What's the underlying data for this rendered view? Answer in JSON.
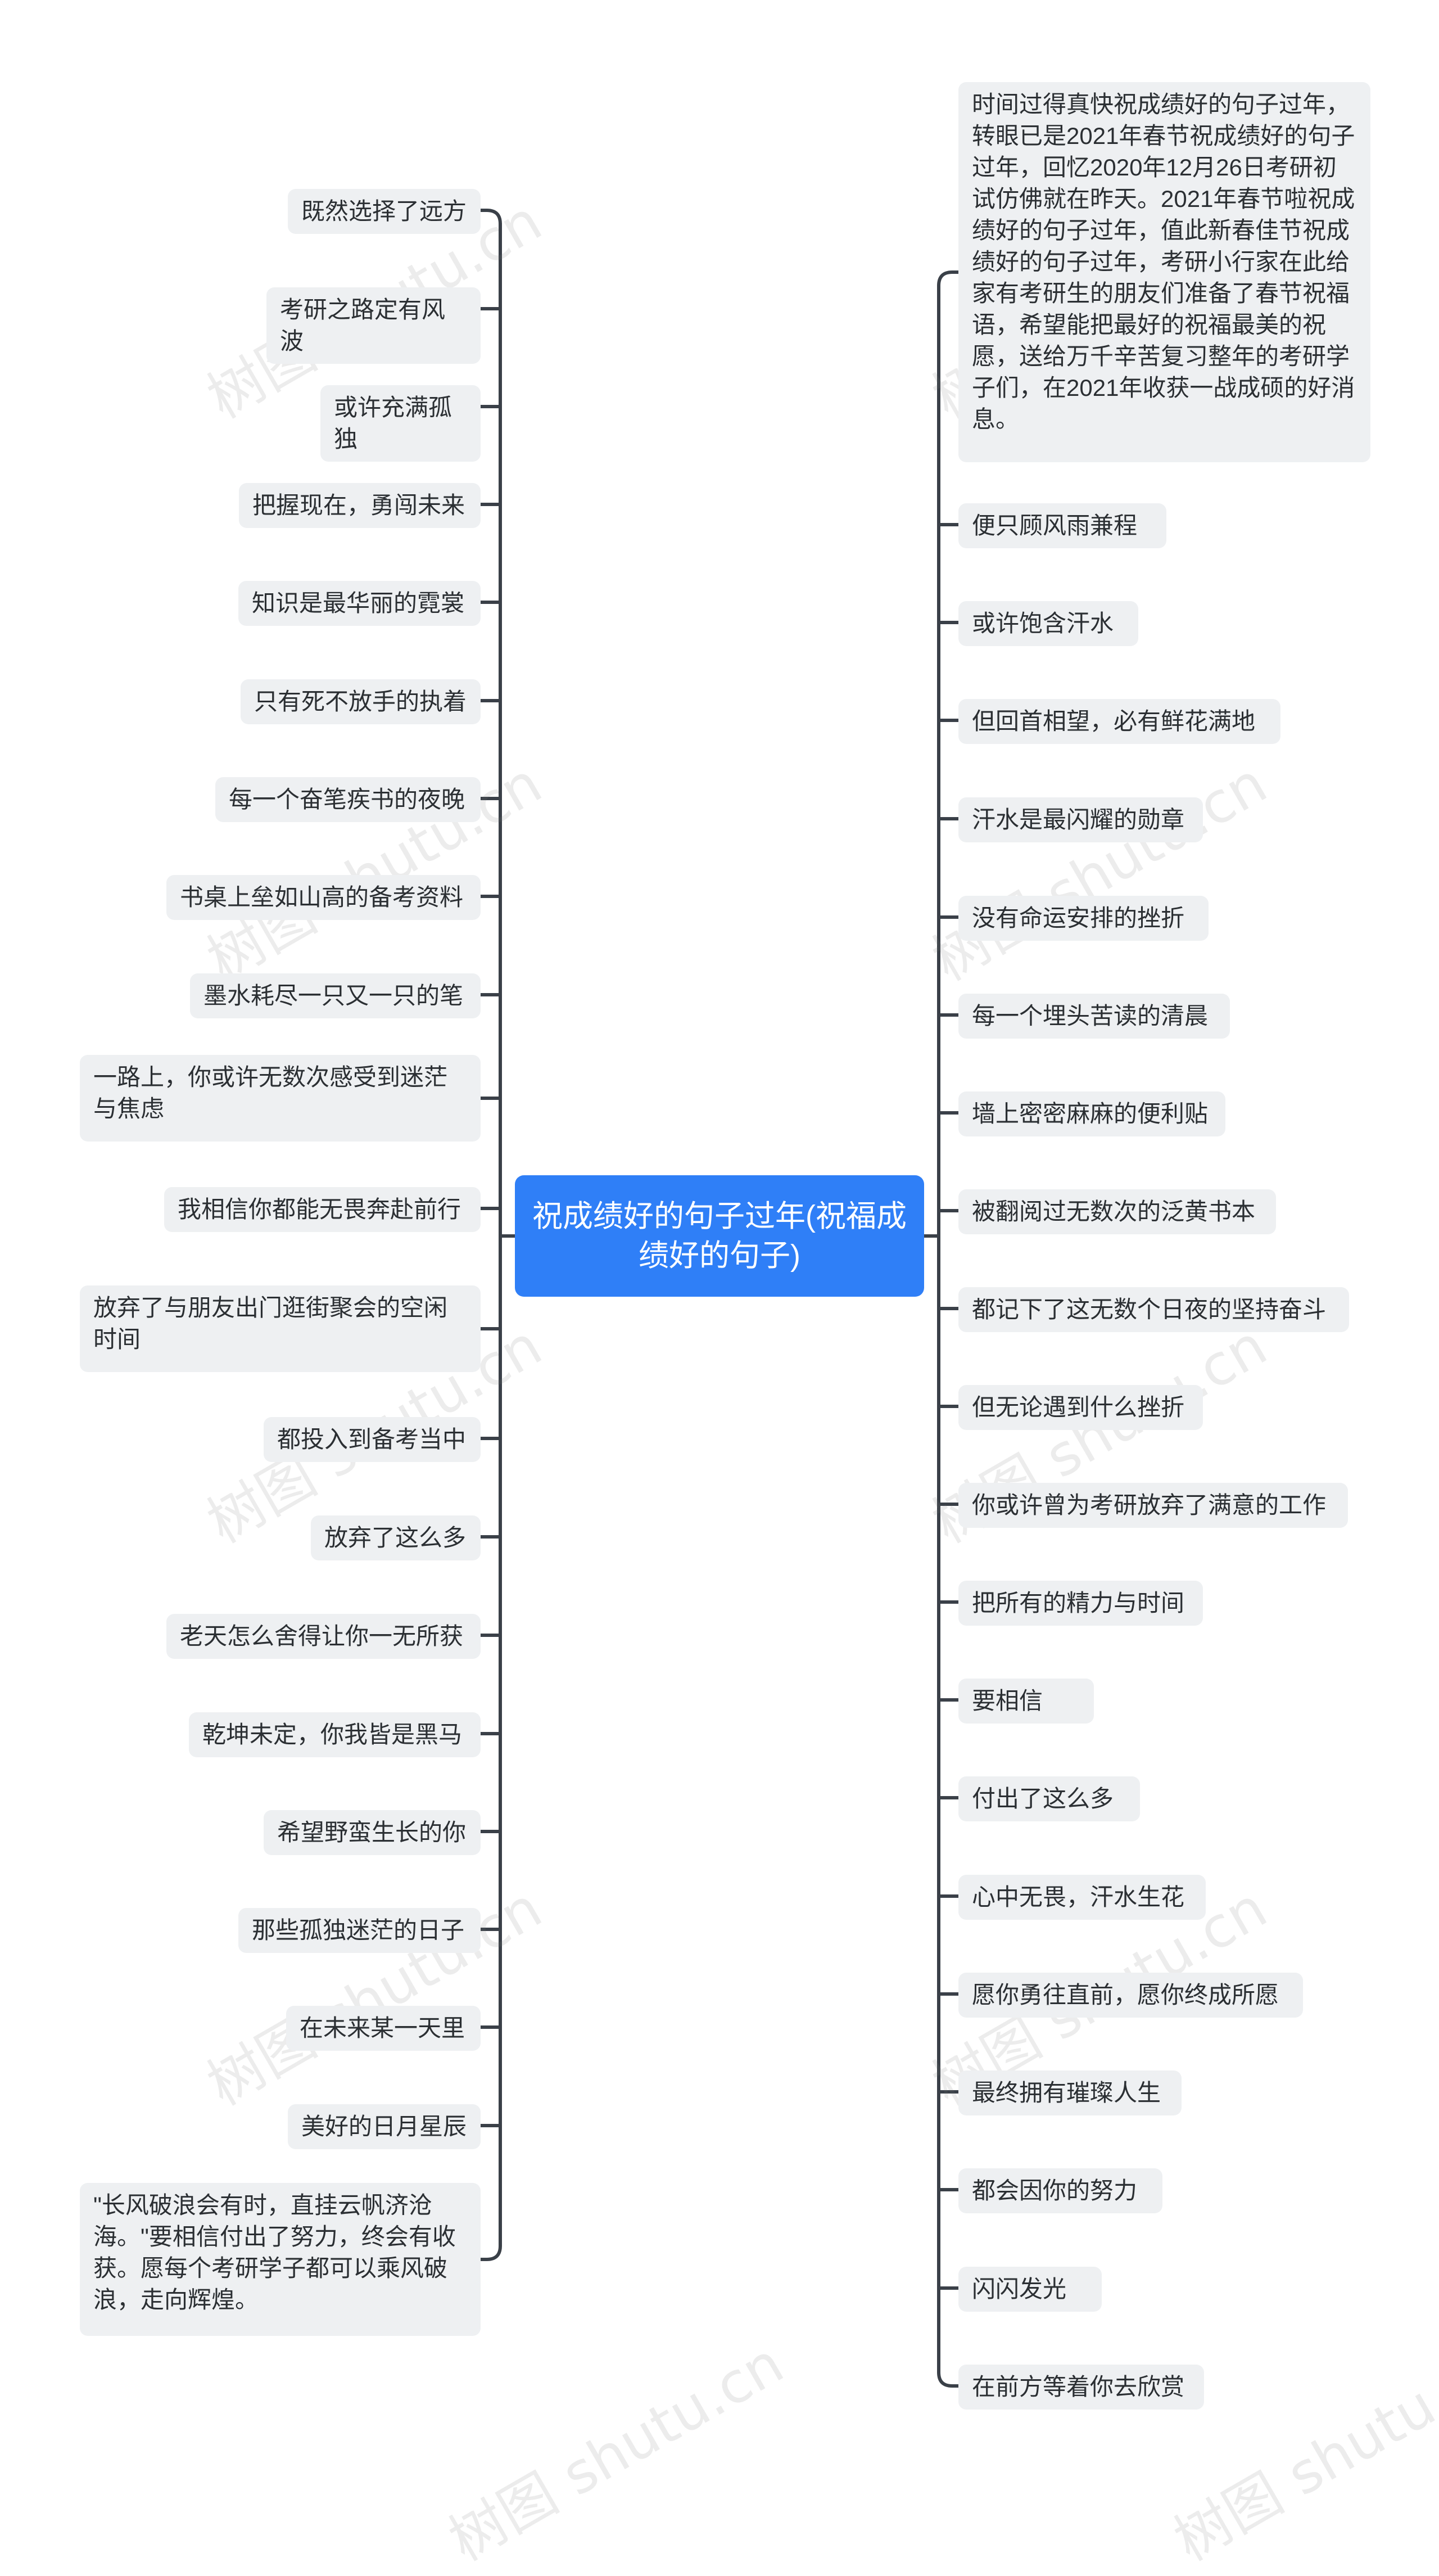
{
  "center": {
    "label": "祝成绩好的句子过年(祝福成绩好的句子)"
  },
  "left_branches": [
    "既然选择了远方",
    "考研之路定有风波",
    "或许充满孤独",
    "把握现在，勇闯未来",
    "知识是最华丽的霓裳",
    "只有死不放手的执着",
    "每一个奋笔疾书的夜晚",
    "书桌上垒如山高的备考资料",
    "墨水耗尽一只又一只的笔",
    "一路上，你或许无数次感受到迷茫与焦虑",
    "我相信你都能无畏奔赴前行",
    "放弃了与朋友出门逛街聚会的空闲时间",
    "都投入到备考当中",
    "放弃了这么多",
    "老天怎么舍得让你一无所获",
    "乾坤未定，你我皆是黑马",
    "希望野蛮生长的你",
    "那些孤独迷茫的日子",
    "在未来某一天里",
    "美好的日月星辰",
    "\"长风破浪会有时，直挂云帆济沧海。\"要相信付出了努力，终会有收获。愿每个考研学子都可以乘风破浪，走向辉煌。"
  ],
  "right_branches": [
    "时间过得真快祝成绩好的句子过年，转眼已是2021年春节祝成绩好的句子过年，回忆2020年12月26日考研初试仿佛就在昨天。2021年春节啦祝成绩好的句子过年，值此新春佳节祝成绩好的句子过年，考研小行家在此给家有考研生的朋友们准备了春节祝福语，希望能把最好的祝福最美的祝愿，送给万千辛苦复习整年的考研学子们，在2021年收获一战成硕的好消息。",
    "便只顾风雨兼程",
    "或许饱含汗水",
    "但回首相望，必有鲜花满地",
    "汗水是最闪耀的勋章",
    "没有命运安排的挫折",
    "每一个埋头苦读的清晨",
    "墙上密密麻麻的便利贴",
    "被翻阅过无数次的泛黄书本",
    "都记下了这无数个日夜的坚持奋斗",
    "但无论遇到什么挫折",
    "你或许曾为考研放弃了满意的工作",
    "把所有的精力与时间",
    "要相信",
    "付出了这么多",
    "心中无畏，汗水生花",
    "愿你勇往直前，愿你终成所愿",
    "最终拥有璀璨人生",
    "都会因你的努力",
    "闪闪发光",
    "在前方等着你去欣赏"
  ],
  "watermark": {
    "text": "树图 shutu.cn"
  },
  "colors": {
    "center_fill": "#2f7ff7",
    "node_fill": "#eef0f2",
    "connector": "#3a4048",
    "text": "#2b2f33"
  }
}
